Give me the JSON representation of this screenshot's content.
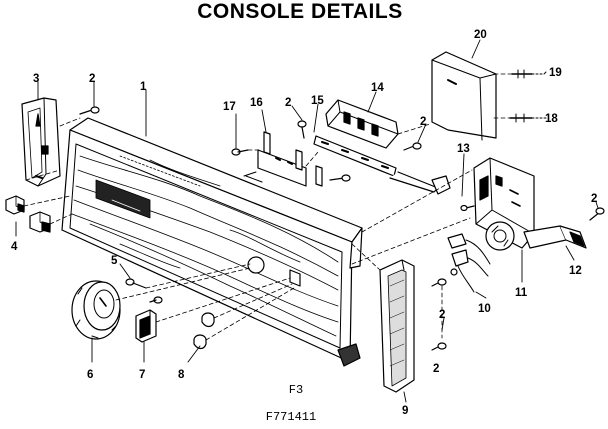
{
  "header": {
    "title": "CONSOLE DETAILS"
  },
  "footer": {
    "figure_label": "F3",
    "drawing_number": "F771411"
  },
  "callouts": [
    "1",
    "2",
    "2",
    "2",
    "2",
    "2",
    "2",
    "3",
    "4",
    "5",
    "6",
    "7",
    "8",
    "9",
    "10",
    "11",
    "12",
    "13",
    "14",
    "15",
    "16",
    "17",
    "18",
    "19",
    "20"
  ]
}
